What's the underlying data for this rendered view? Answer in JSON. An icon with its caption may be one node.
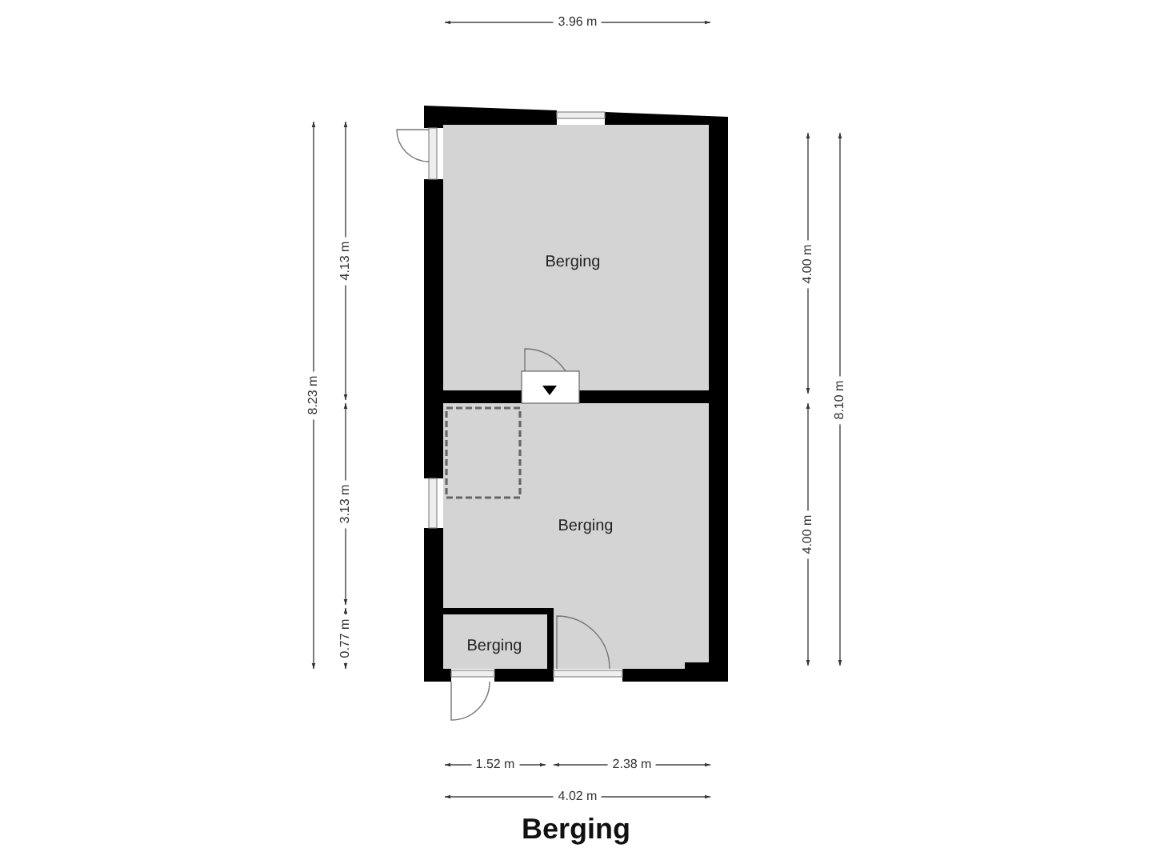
{
  "diagram": {
    "title": "Berging",
    "nodes": [
      {
        "text": [
          "Berging"
        ]
      },
      {
        "text": [
          "Berging"
        ]
      },
      {
        "text": [
          "Berging"
        ]
      }
    ],
    "labels": [
      "3.96 m",
      "8.23 m",
      "4.13 m",
      "3.13 m",
      "0.77 m",
      "4.00 m",
      "4.00 m",
      "8.10 m",
      "1.52 m",
      "2.38 m",
      "4.02 m"
    ]
  }
}
